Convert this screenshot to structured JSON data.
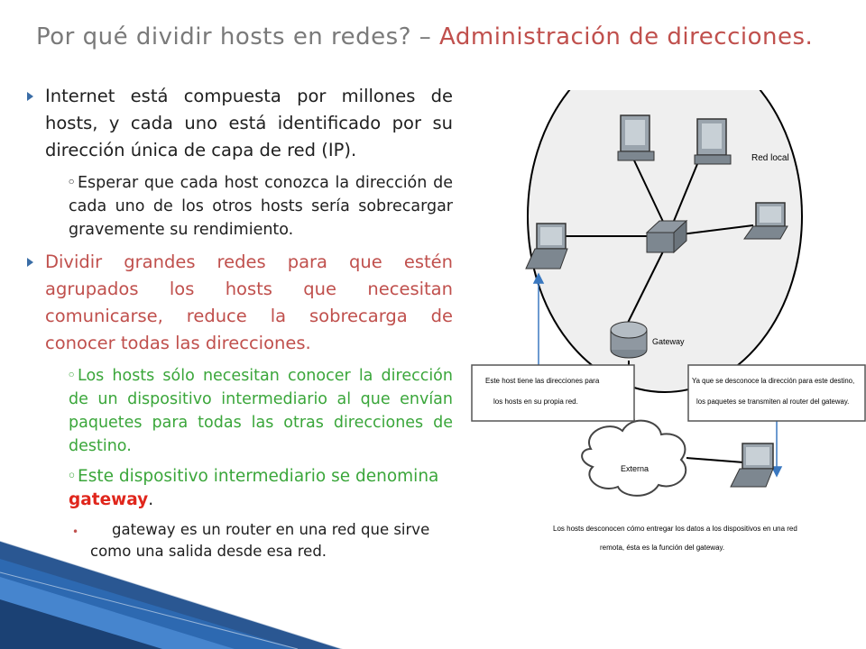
{
  "slide": {
    "title_part1": "Por qué dividir hosts en redes? – ",
    "title_part2": "Administración de direcciones.",
    "bullet1": "Internet está compuesta por millones de hosts, y cada uno está identificado por su dirección única de capa de red (IP).",
    "sub1_marker": "◦",
    "sub1": "Esperar que cada host conozca la dirección de cada uno de los otros hosts sería sobrecargar gravemente su rendimiento.",
    "bullet2": "Dividir grandes redes para que estén agrupados los hosts que necesitan comunicarse, reduce la sobrecarga de conocer todas las direcciones.",
    "sub2_marker": "◦",
    "sub2": "Los hosts sólo necesitan conocer la dirección de un dispositivo intermediario al que envían paquetes para todas las otras direcciones de destino.",
    "sub3_marker": "◦",
    "sub3_prefix": "Este dispositivo intermediario se denomina ",
    "sub3_keyword": "gateway",
    "sub3_suffix": ".",
    "sub4_marker": "•",
    "sub4": "gateway es un router en una red que sirve como una salida desde esa red."
  },
  "diagram": {
    "label_local": "Red local",
    "label_gateway": "Gateway",
    "label_external": "Externa",
    "box_left_line1": "Este host tiene las direcciones para",
    "box_left_line2": "los hosts en su propia red.",
    "box_right_line1": "Ya que se desconoce la dirección para este destino,",
    "box_right_line2": "los paquetes se transmiten al router del gateway.",
    "caption_line1": "Los hosts desconocen cómo entregar los datos a los dispositivos en una red",
    "caption_line2": "remota, ésta es la función del gateway."
  },
  "colors": {
    "title_gray": "#7a7a7a",
    "accent_red": "#c0504d",
    "bullet_green": "#3aa63a",
    "gateway_red": "#e0261c",
    "arrow_blue": "#3a6da6"
  }
}
